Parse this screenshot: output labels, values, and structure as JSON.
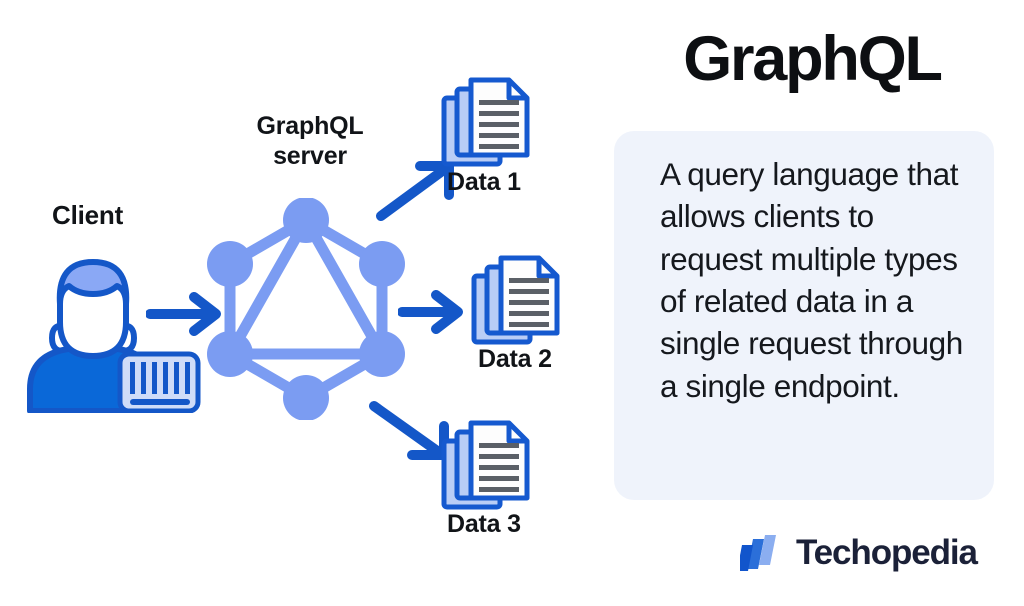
{
  "infographic": {
    "title": "GraphQL",
    "definition": "A query language that allows clients to request multiple types of related data in a single request through a single endpoint.",
    "brand": "Techopedia"
  },
  "diagram": {
    "client_label": "Client",
    "server_label": "GraphQL server",
    "data_labels": [
      "Data 1",
      "Data 2",
      "Data 3"
    ],
    "icons": {
      "client": "client-person-icon",
      "server": "graphql-hexagon-icon",
      "data": "document-stack-icon",
      "badge": "barcode-card-icon"
    },
    "arrows": {
      "client_to_server": "arrow-right-icon",
      "server_to_data1": "arrow-up-right-icon",
      "server_to_data2": "arrow-right-icon",
      "server_to_data3": "arrow-down-right-icon"
    }
  },
  "colors": {
    "background": "#ffffff",
    "title_text": "#0d0f12",
    "definition_box": "#eff3fb",
    "definition_text": "#15181d",
    "arrow_blue": "#1457c8",
    "graph_node_blue": "#7b9cf2",
    "client_shirt_blue": "#0a68d8",
    "client_hair_blue": "#8aa8f5",
    "doc_border_blue": "#1559cf",
    "doc_back_blue": "#b9cdf6",
    "doc_line_gray": "#5a5f66",
    "brand_text": "#1b2138",
    "brand_mark_dark": "#1155cc",
    "brand_mark_mid": "#2b6fd9",
    "brand_mark_light": "#8baef0"
  }
}
